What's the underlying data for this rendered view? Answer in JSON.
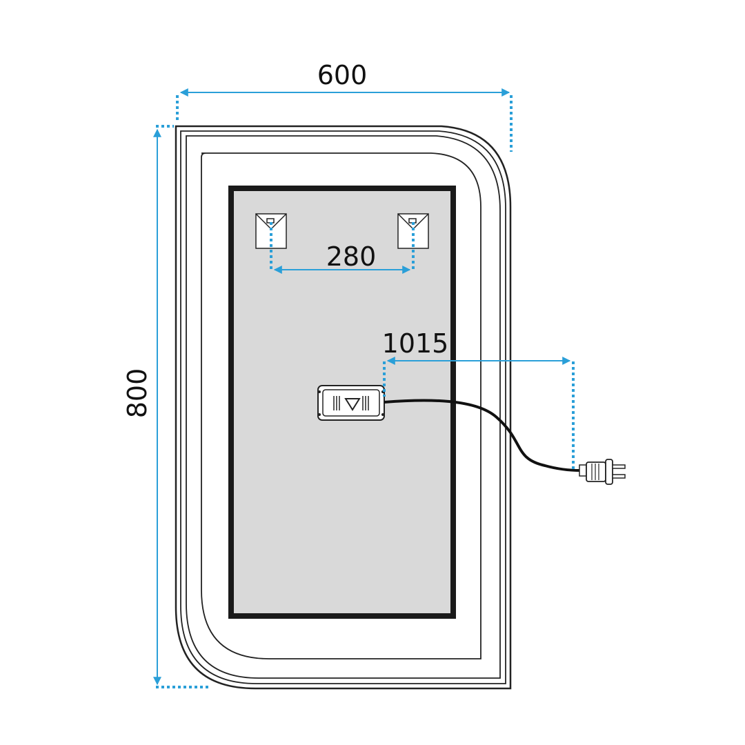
{
  "dimensions": {
    "width": "600",
    "height": "800",
    "hanger_spacing": "280",
    "cable_length": "1015"
  },
  "colors": {
    "dimension": "#2a9fd8",
    "outline": "#222222",
    "back_panel": "#d9d9d9",
    "panel_border": "#1a1a1a"
  },
  "icons": {
    "hanger": "hanger-bracket-icon",
    "driver": "power-driver-box-icon",
    "plug": "power-plug-icon"
  }
}
